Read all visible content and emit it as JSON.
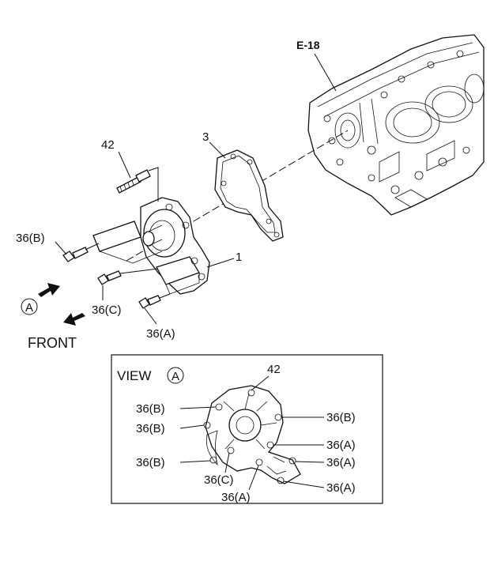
{
  "reference": "E-18",
  "callouts": {
    "p42": "42",
    "p3": "3",
    "p1": "1",
    "p36b": "36(B)",
    "p36c": "36(C)",
    "p36a": "36(A)"
  },
  "direction": {
    "view_marker": "A",
    "front_label": "FRONT"
  },
  "view_box": {
    "title": "VIEW",
    "marker": "A",
    "labels": {
      "top": "42",
      "left1": "36(B)",
      "left2": "36(B)",
      "left3": "36(B)",
      "right1": "36(B)",
      "right2": "36(A)",
      "right3": "36(A)",
      "right4": "36(A)",
      "bottom1": "36(C)",
      "bottom2": "36(A)"
    }
  }
}
